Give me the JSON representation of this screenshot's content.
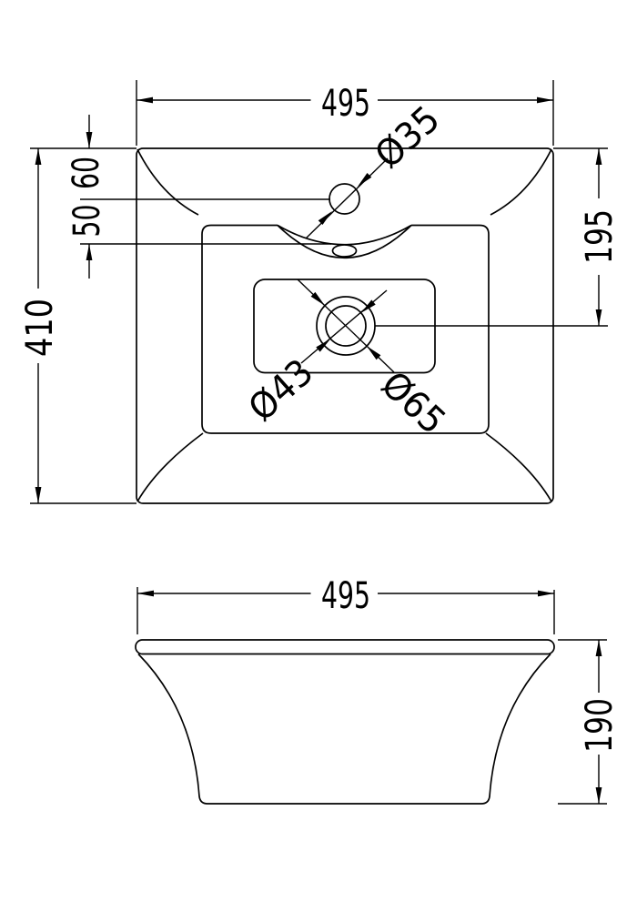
{
  "drawing": {
    "type": "basin-technical-drawing",
    "colors": {
      "line": "#000000",
      "background": "#ffffff"
    },
    "top_view": {
      "width_label": "495",
      "depth_label": "410",
      "tap_hole_offset_label": "60",
      "overflow_offset_label": "50",
      "drain_offset_label": "195",
      "tap_hole_diameter_label": "Ø35",
      "waste_hole_diameter_label": "Ø43",
      "waste_recess_diameter_label": "Ø65"
    },
    "front_view": {
      "width_label": "495",
      "height_label": "190"
    }
  }
}
